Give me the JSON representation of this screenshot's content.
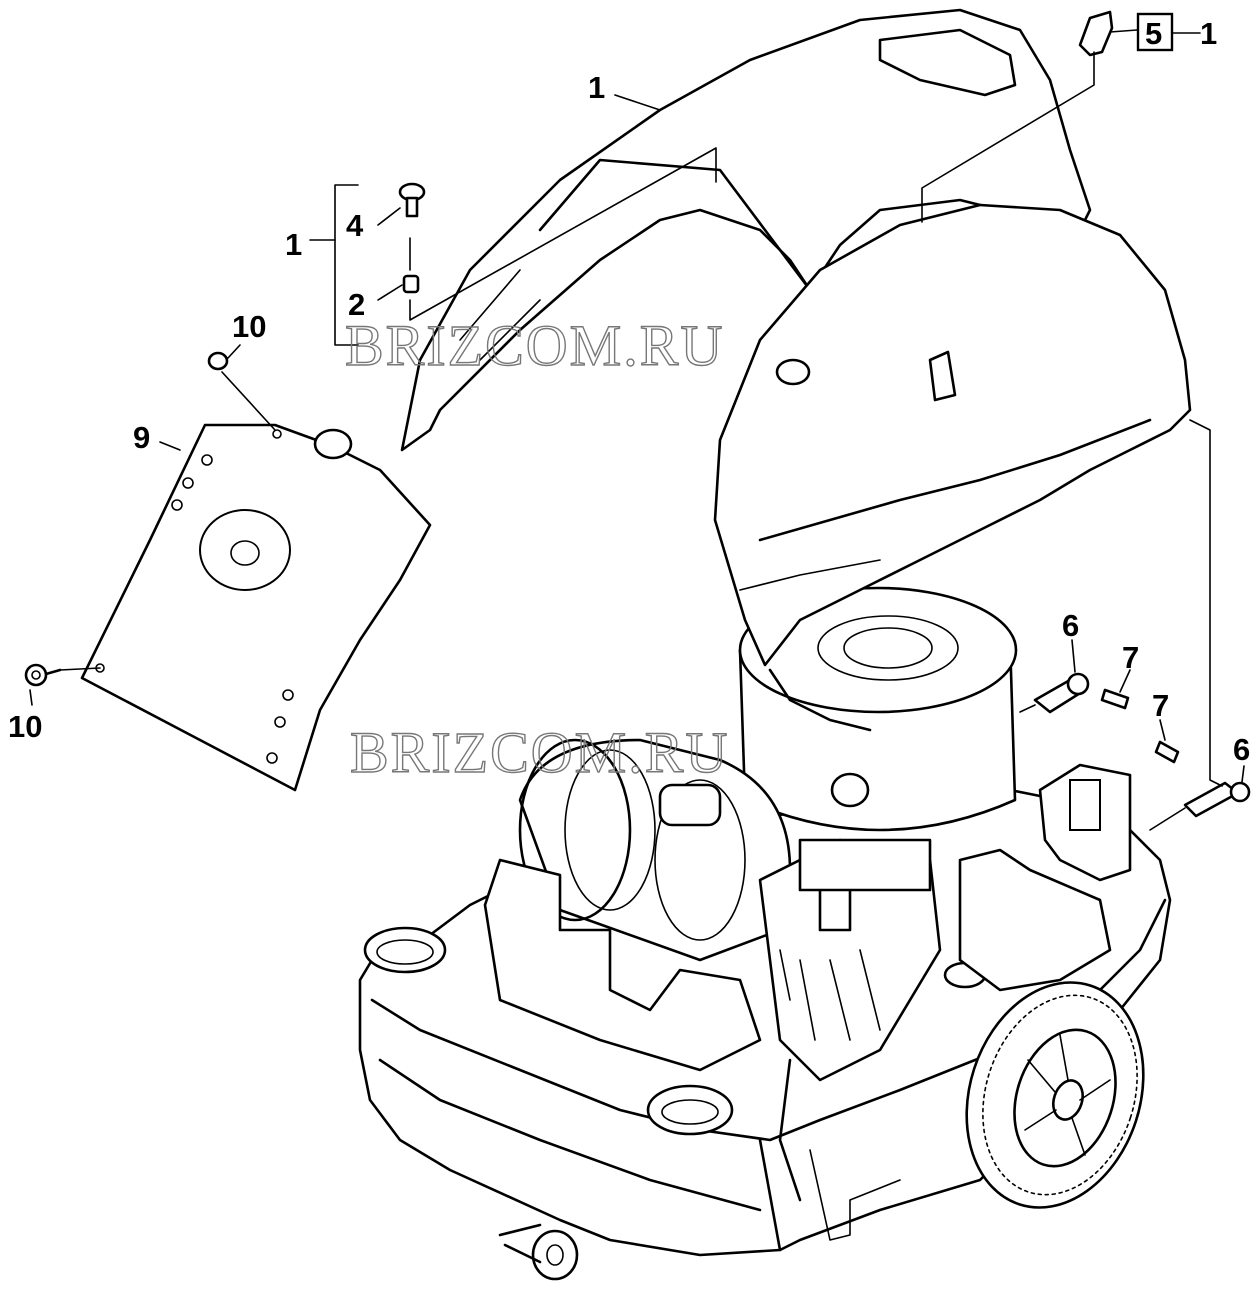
{
  "watermark": "BRIZCOM.RU",
  "callouts": {
    "top_cover": "1",
    "screw_group": "1",
    "screw_4": "4",
    "screw_2": "2",
    "handle_5": "5",
    "handle_group": "1",
    "screw_10_top": "10",
    "screw_10_left": "10",
    "panel_9": "9",
    "fitting_6_top": "6",
    "fitting_6_right": "6",
    "screw_7_top": "7",
    "screw_7_right": "7"
  }
}
